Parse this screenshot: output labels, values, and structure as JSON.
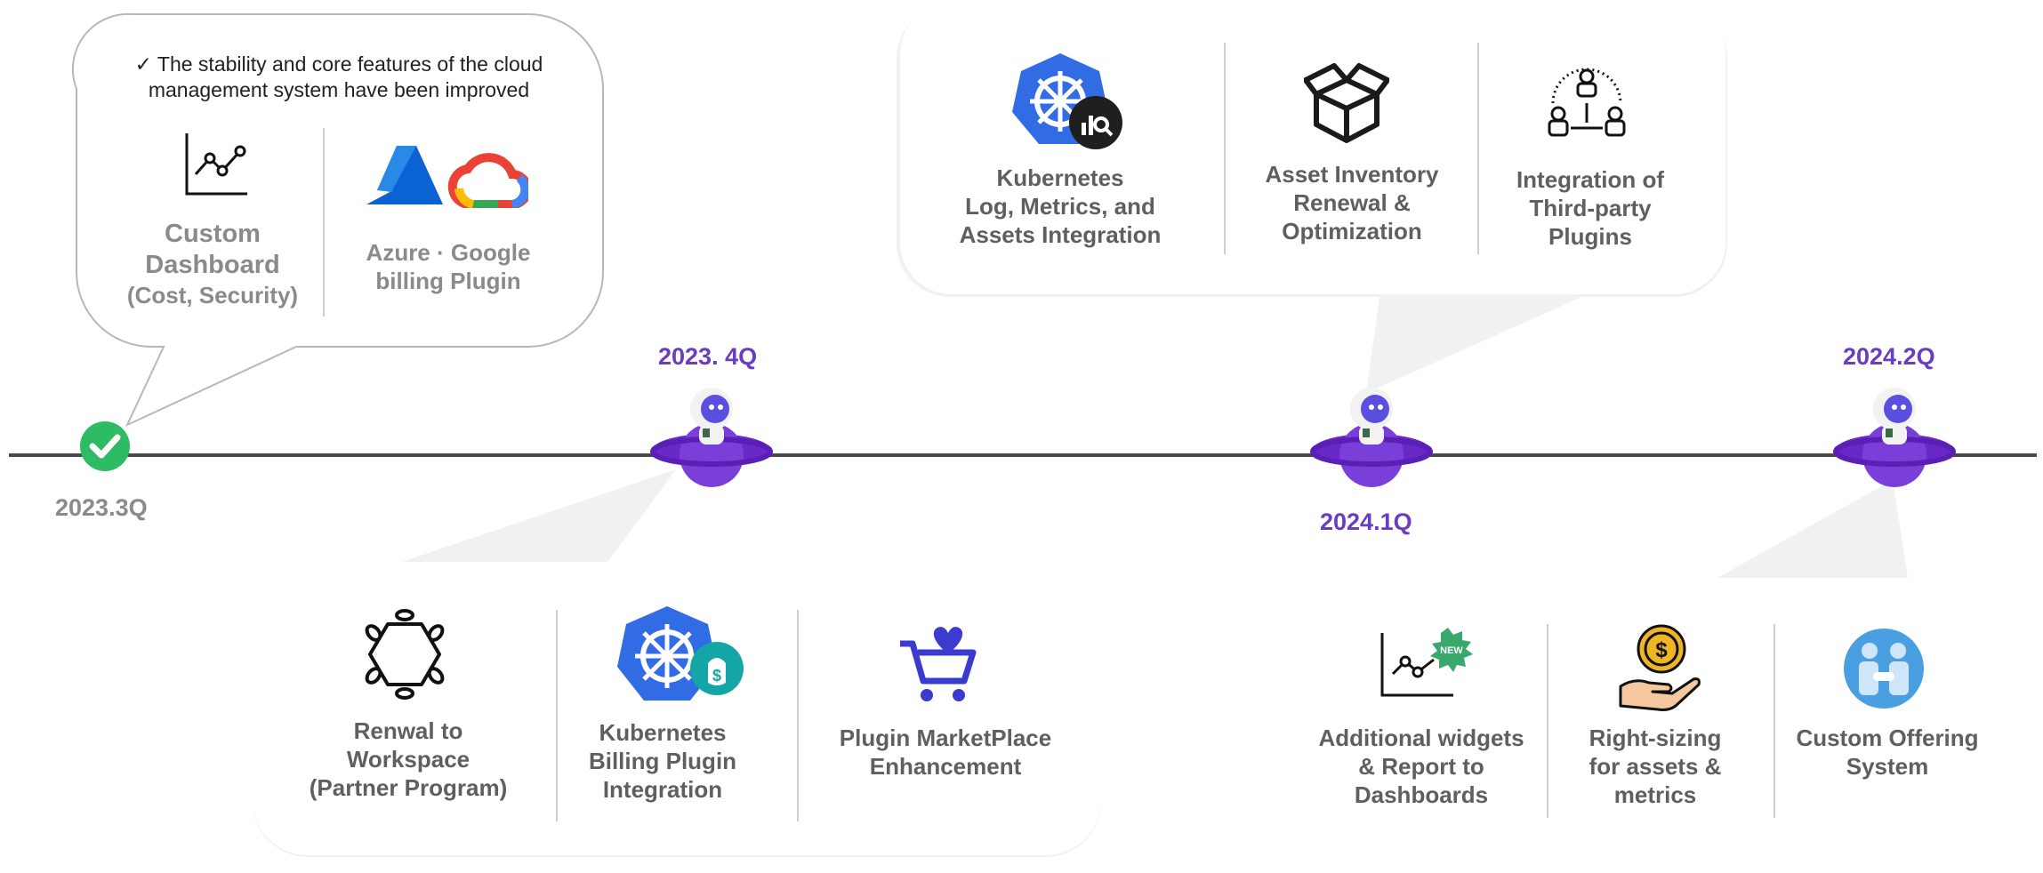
{
  "milestones": [
    {
      "label": "2023.3Q",
      "status": "completed"
    },
    {
      "label": "2023. 4Q",
      "status": "planned"
    },
    {
      "label": "2024.1Q",
      "status": "planned"
    },
    {
      "label": "2024.2Q",
      "status": "planned"
    }
  ],
  "callout_2023_3q": {
    "note": "✓ The stability and core features of the cloud\nmanagement system have been improved",
    "items": [
      {
        "title": "Custom\nDashboard",
        "subtitle": "(Cost, Security)",
        "icon": "line-chart-icon"
      },
      {
        "title": "Azure · Google\nbilling Plugin",
        "icon": "azure-google-cloud-icon"
      }
    ]
  },
  "callout_2023_4q": {
    "items": [
      {
        "title": "Renwal to\nWorkspace\n(Partner Program)",
        "icon": "meeting-table-icon"
      },
      {
        "title": "Kubernetes\nBilling Plugin\nIntegration",
        "icon": "kubernetes-billing-icon"
      },
      {
        "title": "Plugin MarketPlace\nEnhancement",
        "icon": "shopping-cart-heart-icon"
      }
    ]
  },
  "callout_2024_1q": {
    "items": [
      {
        "title": "Kubernetes\nLog, Metrics, and\nAssets Integration",
        "icon": "kubernetes-monitoring-icon"
      },
      {
        "title": "Asset Inventory\nRenewal &\nOptimization",
        "icon": "open-box-icon"
      },
      {
        "title": "Integration of\nThird-party\nPlugins",
        "icon": "people-network-icon"
      }
    ]
  },
  "callout_2024_2q": {
    "items": [
      {
        "title": "Additional widgets\n& Report to\nDashboards",
        "icon": "chart-new-badge-icon"
      },
      {
        "title": "Right-sizing\nfor assets &\nmetrics",
        "icon": "hand-coin-icon"
      },
      {
        "title": "Custom Offering\nSystem",
        "icon": "handshake-icon"
      }
    ]
  },
  "colors": {
    "accent": "#6a3cc2",
    "milestone_gray": "#8a8a8a",
    "check": "#2dbb63",
    "kubernetes": "#326ce5"
  }
}
